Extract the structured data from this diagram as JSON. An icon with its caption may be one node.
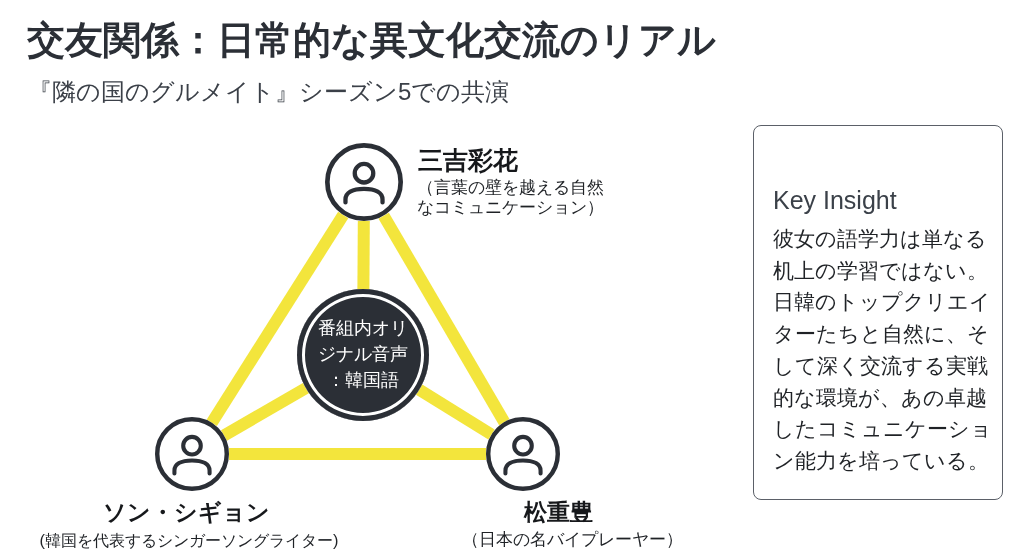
{
  "diagram": {
    "title": "交友関係：日常的な異文化交流のリアル",
    "nodes": [
      {
        "text": [],
        "shape": "person",
        "beside": [
          "三吉彩花",
          "（言葉の壁を越える自然なコミュニケーション）"
        ]
      },
      {
        "text": [
          "番組内オリジナル音声：韓国語"
        ]
      },
      {
        "text": [],
        "shape": "person",
        "beside": [
          "ソン・シギョン",
          "(韓国を代表するシンガーソングライター)"
        ]
      },
      {
        "text": [],
        "shape": "person",
        "beside": [
          "松重豊",
          "（日本の名バイプレーヤー）"
        ]
      },
      {
        "text": [
          "Key Insight",
          "彼女の語学力は単なる机上の学習ではない。日韓のトップクリエイターたちと自然に、そして深く交流する実戦的な環境が、あの卓越したコミュニケーション能力を培っている。"
        ]
      }
    ],
    "edges": [
      {
        "from": 0,
        "to": 1,
        "arrow": "none"
      },
      {
        "from": 0,
        "to": 2,
        "arrow": "none"
      },
      {
        "from": 0,
        "to": 3,
        "arrow": "none"
      },
      {
        "from": 2,
        "to": 3,
        "arrow": "none"
      },
      {
        "from": 2,
        "to": 1,
        "arrow": "none"
      },
      {
        "from": 3,
        "to": 1,
        "arrow": "none"
      }
    ],
    "labels": [
      "『隣の国のグルメイト』シーズン5での共演"
    ]
  }
}
